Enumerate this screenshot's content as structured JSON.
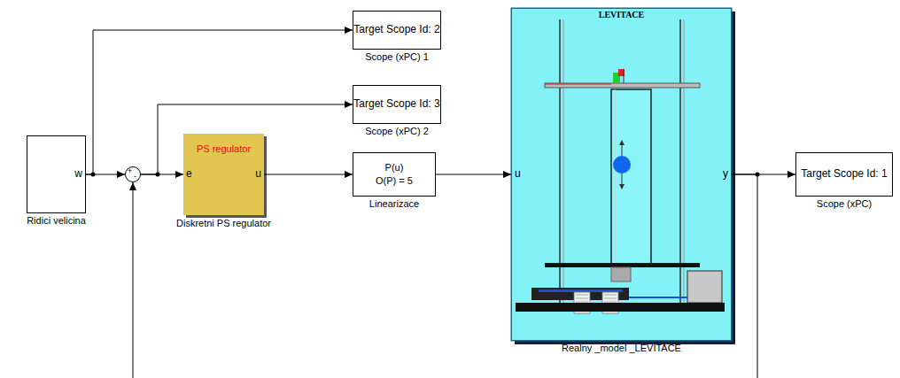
{
  "diagram": {
    "nodes": [
      {
        "text": [
          "Target Scope Id: 2",
          "Scope (xPC) 1"
        ]
      },
      {
        "text": [
          "Target Scope Id: 3",
          "Scope (xPC) 2"
        ]
      },
      {
        "text": [
          "w",
          "Ridici velicina"
        ]
      },
      {
        "text": [
          "+",
          "-"
        ]
      },
      {
        "text": [
          "e",
          "PS regulator",
          "u",
          "Diskretni PS regulator"
        ]
      },
      {
        "text": [
          "P(u)",
          "O(P) = 5",
          "Linearizace"
        ]
      },
      {
        "text": [
          "LEVITACE",
          "u",
          "y",
          "Realny _model _LEVITACE"
        ]
      },
      {
        "text": [
          "Target Scope Id: 1",
          "Scope (xPC)"
        ]
      }
    ],
    "edges": [
      {
        "from": 2,
        "to": 0,
        "arrow": "to"
      },
      {
        "from": 2,
        "to": 3,
        "arrow": "to"
      },
      {
        "from": 3,
        "to": 1,
        "arrow": "to"
      },
      {
        "from": 3,
        "to": 4,
        "arrow": "to"
      },
      {
        "from": 4,
        "to": 5,
        "arrow": "to"
      },
      {
        "from": 5,
        "to": 6,
        "arrow": "to"
      },
      {
        "from": 6,
        "to": 7,
        "arrow": "to"
      },
      {
        "from": 6,
        "to": 3,
        "arrow": "to"
      }
    ]
  }
}
